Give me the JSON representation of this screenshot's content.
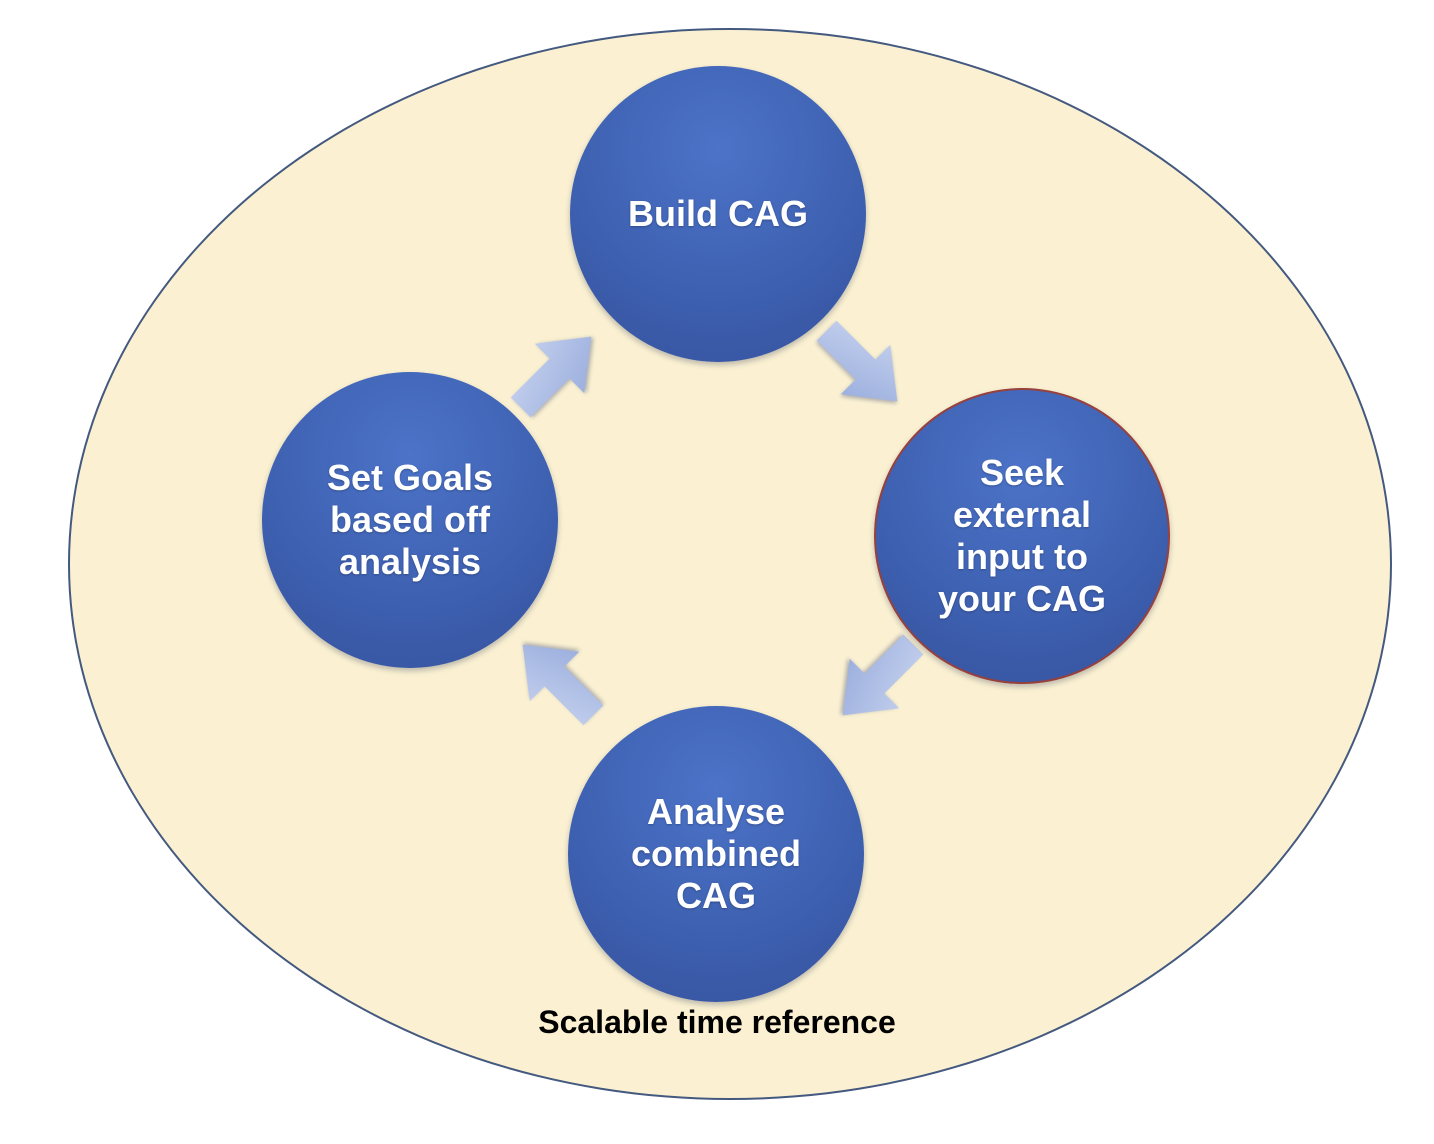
{
  "diagram": {
    "type": "cycle",
    "footer_label": "Scalable time reference",
    "nodes": {
      "build": {
        "label": "Build CAG"
      },
      "seek": {
        "label": "Seek\nexternal\ninput to\nyour CAG"
      },
      "analyse": {
        "label": "Analyse\ncombined\nCAG"
      },
      "set_goals": {
        "label": "Set Goals\nbased off\nanalysis"
      }
    },
    "arrows": [
      {
        "id": "build-to-seek",
        "direction": "down-right"
      },
      {
        "id": "seek-to-analyse",
        "direction": "down-left"
      },
      {
        "id": "analyse-to-set-goals",
        "direction": "up-left"
      },
      {
        "id": "set-goals-to-build",
        "direction": "up-right"
      }
    ],
    "colors": {
      "page_bg": "#FFFFFF",
      "ellipse_fill": "#FBF1D2",
      "ellipse_border": "#44597F",
      "node_fill": "#3D5FAF",
      "node_fill_top": "#4C73C8",
      "node_text": "#FFFFFF",
      "seek_node_border": "#97403C",
      "arrow_light": "#C9D4F0",
      "arrow_dark": "#9DB0DE",
      "footer_text": "#000000"
    }
  }
}
